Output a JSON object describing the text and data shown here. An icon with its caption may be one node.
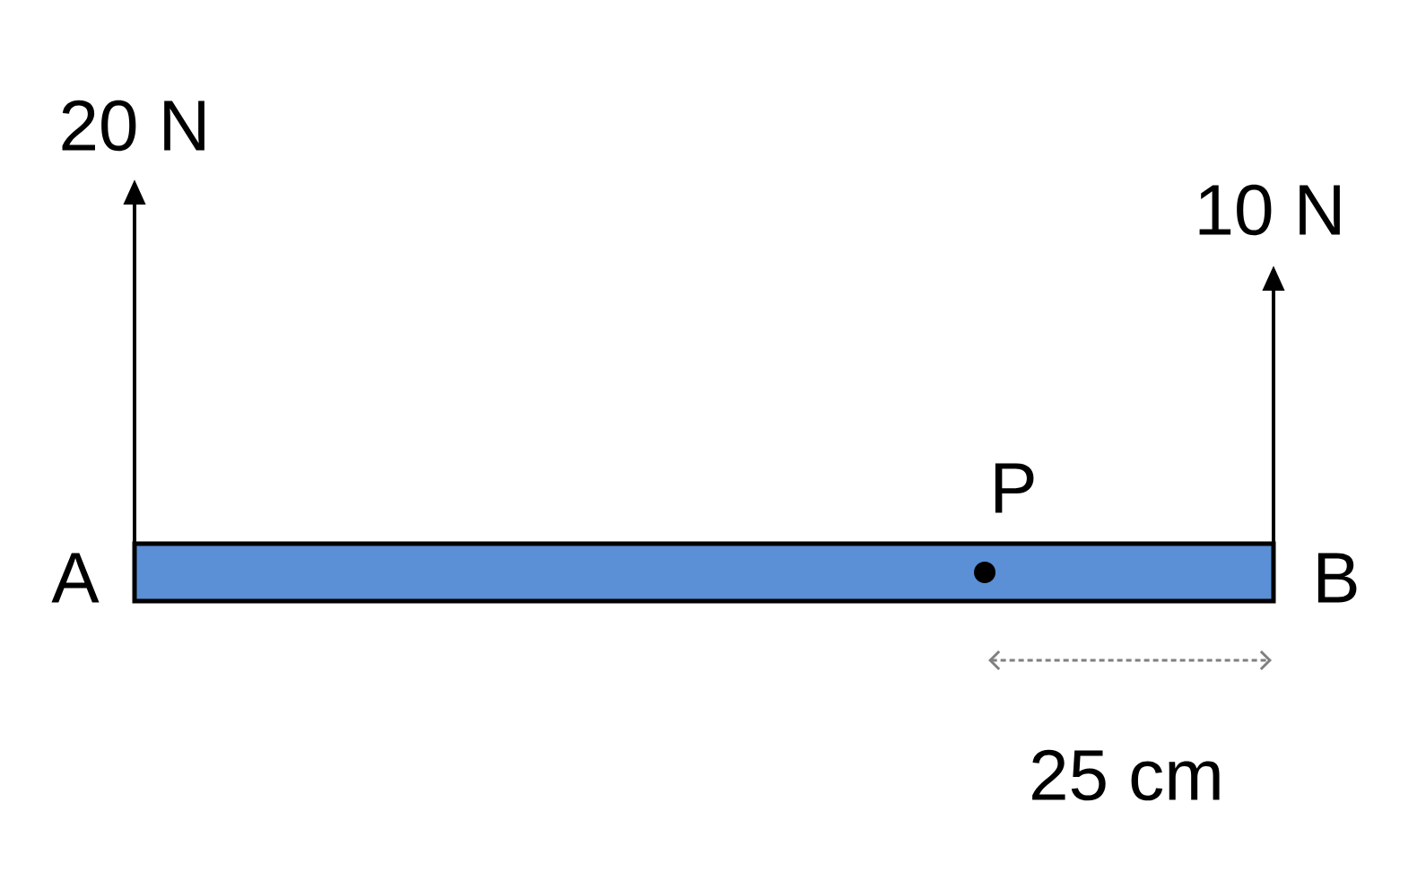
{
  "diagram": {
    "labels": [
      "20 N",
      "10 N",
      "P",
      "A",
      "B",
      "25 cm"
    ]
  }
}
